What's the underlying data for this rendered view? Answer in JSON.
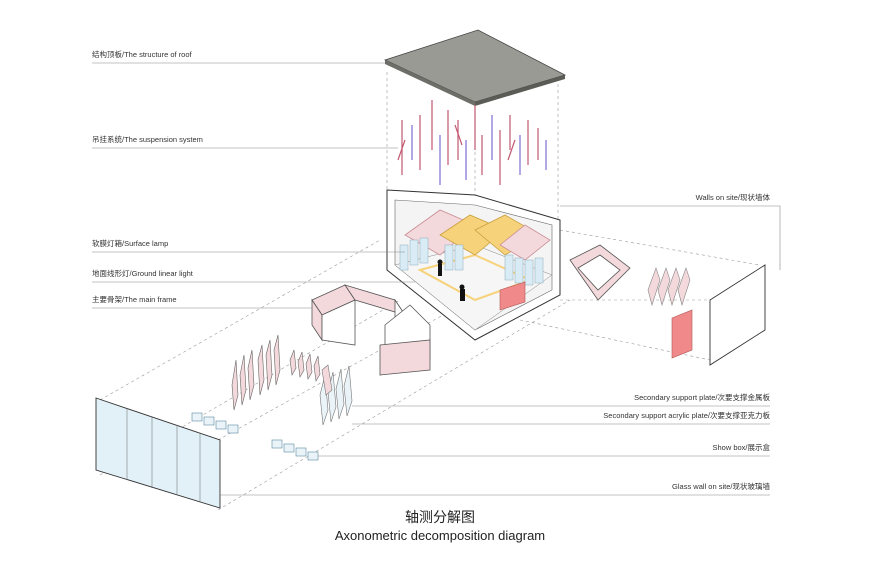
{
  "labels_left": [
    {
      "id": "roof",
      "text": "结构顶板/The structure of roof"
    },
    {
      "id": "suspension",
      "text": "吊挂系统/The suspension system"
    },
    {
      "id": "surface_lamp",
      "text": "软膜灯箱/Surface lamp"
    },
    {
      "id": "ground_light",
      "text": "地面线形灯/Ground linear light"
    },
    {
      "id": "main_frame",
      "text": "主要骨架/The main frame"
    }
  ],
  "labels_right": [
    {
      "id": "walls",
      "text": "Walls on site/现状墙体"
    },
    {
      "id": "support_metal",
      "text": "Secondary support plate/次要支撑金属板"
    },
    {
      "id": "support_acrylic",
      "text": "Secondary support acrylic plate/次要支撑亚克力板"
    },
    {
      "id": "show_box",
      "text": "Show box/展示盒"
    },
    {
      "id": "glass_wall",
      "text": "Glass wall on site/现状玻璃墙"
    }
  ],
  "title": {
    "cn": "轴测分解图",
    "en": "Axonometric decomposition diagram"
  },
  "colors": {
    "line": "#444444",
    "leader": "#888888",
    "roof_fill": "#9a9a94",
    "pink": "#f3d9dc",
    "pink_stroke": "#c98c94",
    "yellow": "#f6d27a",
    "red_box": "#f08a8a",
    "glass": "#d9ecf5"
  }
}
